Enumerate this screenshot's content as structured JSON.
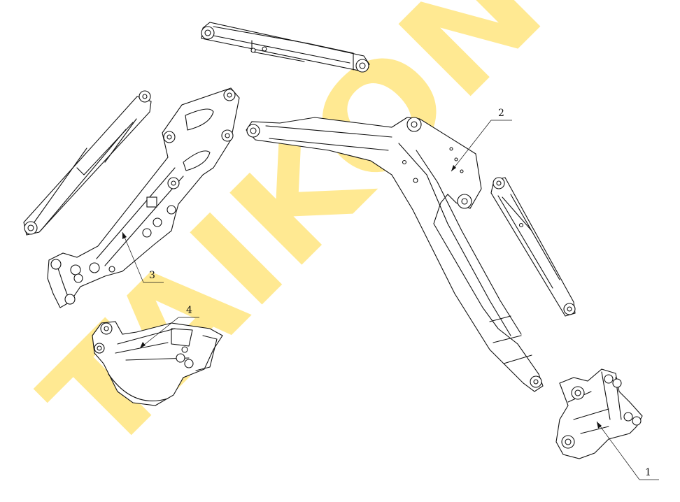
{
  "watermark": {
    "text": "TAIKON",
    "color": "#FFE680"
  },
  "callouts": [
    {
      "id": "1",
      "label": "1",
      "part": "bucket-bracket"
    },
    {
      "id": "2",
      "label": "2",
      "part": "main-boom"
    },
    {
      "id": "3",
      "label": "3",
      "part": "arm-stick"
    },
    {
      "id": "4",
      "label": "4",
      "part": "bucket"
    }
  ],
  "parts": [
    "top-hydraulic-cylinder",
    "left-hydraulic-cylinder",
    "right-hydraulic-cylinder",
    "arm-stick",
    "main-boom",
    "bucket",
    "bucket-bracket"
  ]
}
